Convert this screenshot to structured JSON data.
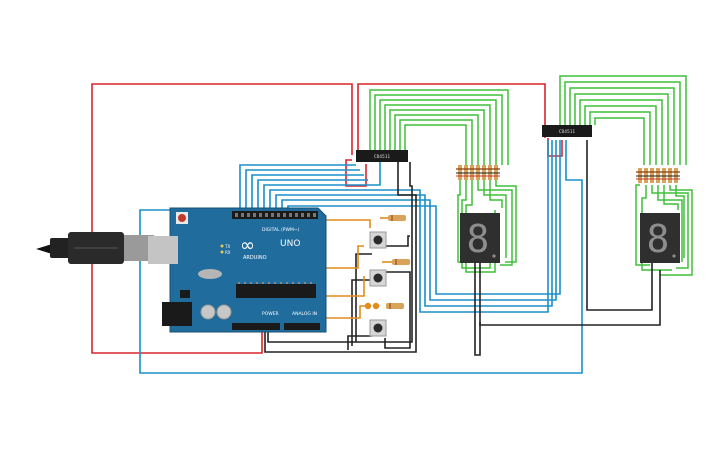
{
  "board": {
    "brand": "ARDUINO",
    "model": "UNO",
    "logo": "∞",
    "header_digital": "DIGITAL (PWM~)",
    "header_analog": "ANALOG IN",
    "header_power": "POWER",
    "tx": "TX",
    "rx": "RX"
  },
  "chips": [
    {
      "label": "CD4511"
    },
    {
      "label": "CD4511"
    }
  ],
  "displays": [
    {
      "digit": "8"
    },
    {
      "digit": "8"
    }
  ],
  "colors": {
    "red": "#d9252b",
    "blue": "#1a8fc9",
    "green": "#3fbf3a",
    "black": "#222222",
    "orange": "#e38c1a",
    "board": "#1f6c9d"
  }
}
